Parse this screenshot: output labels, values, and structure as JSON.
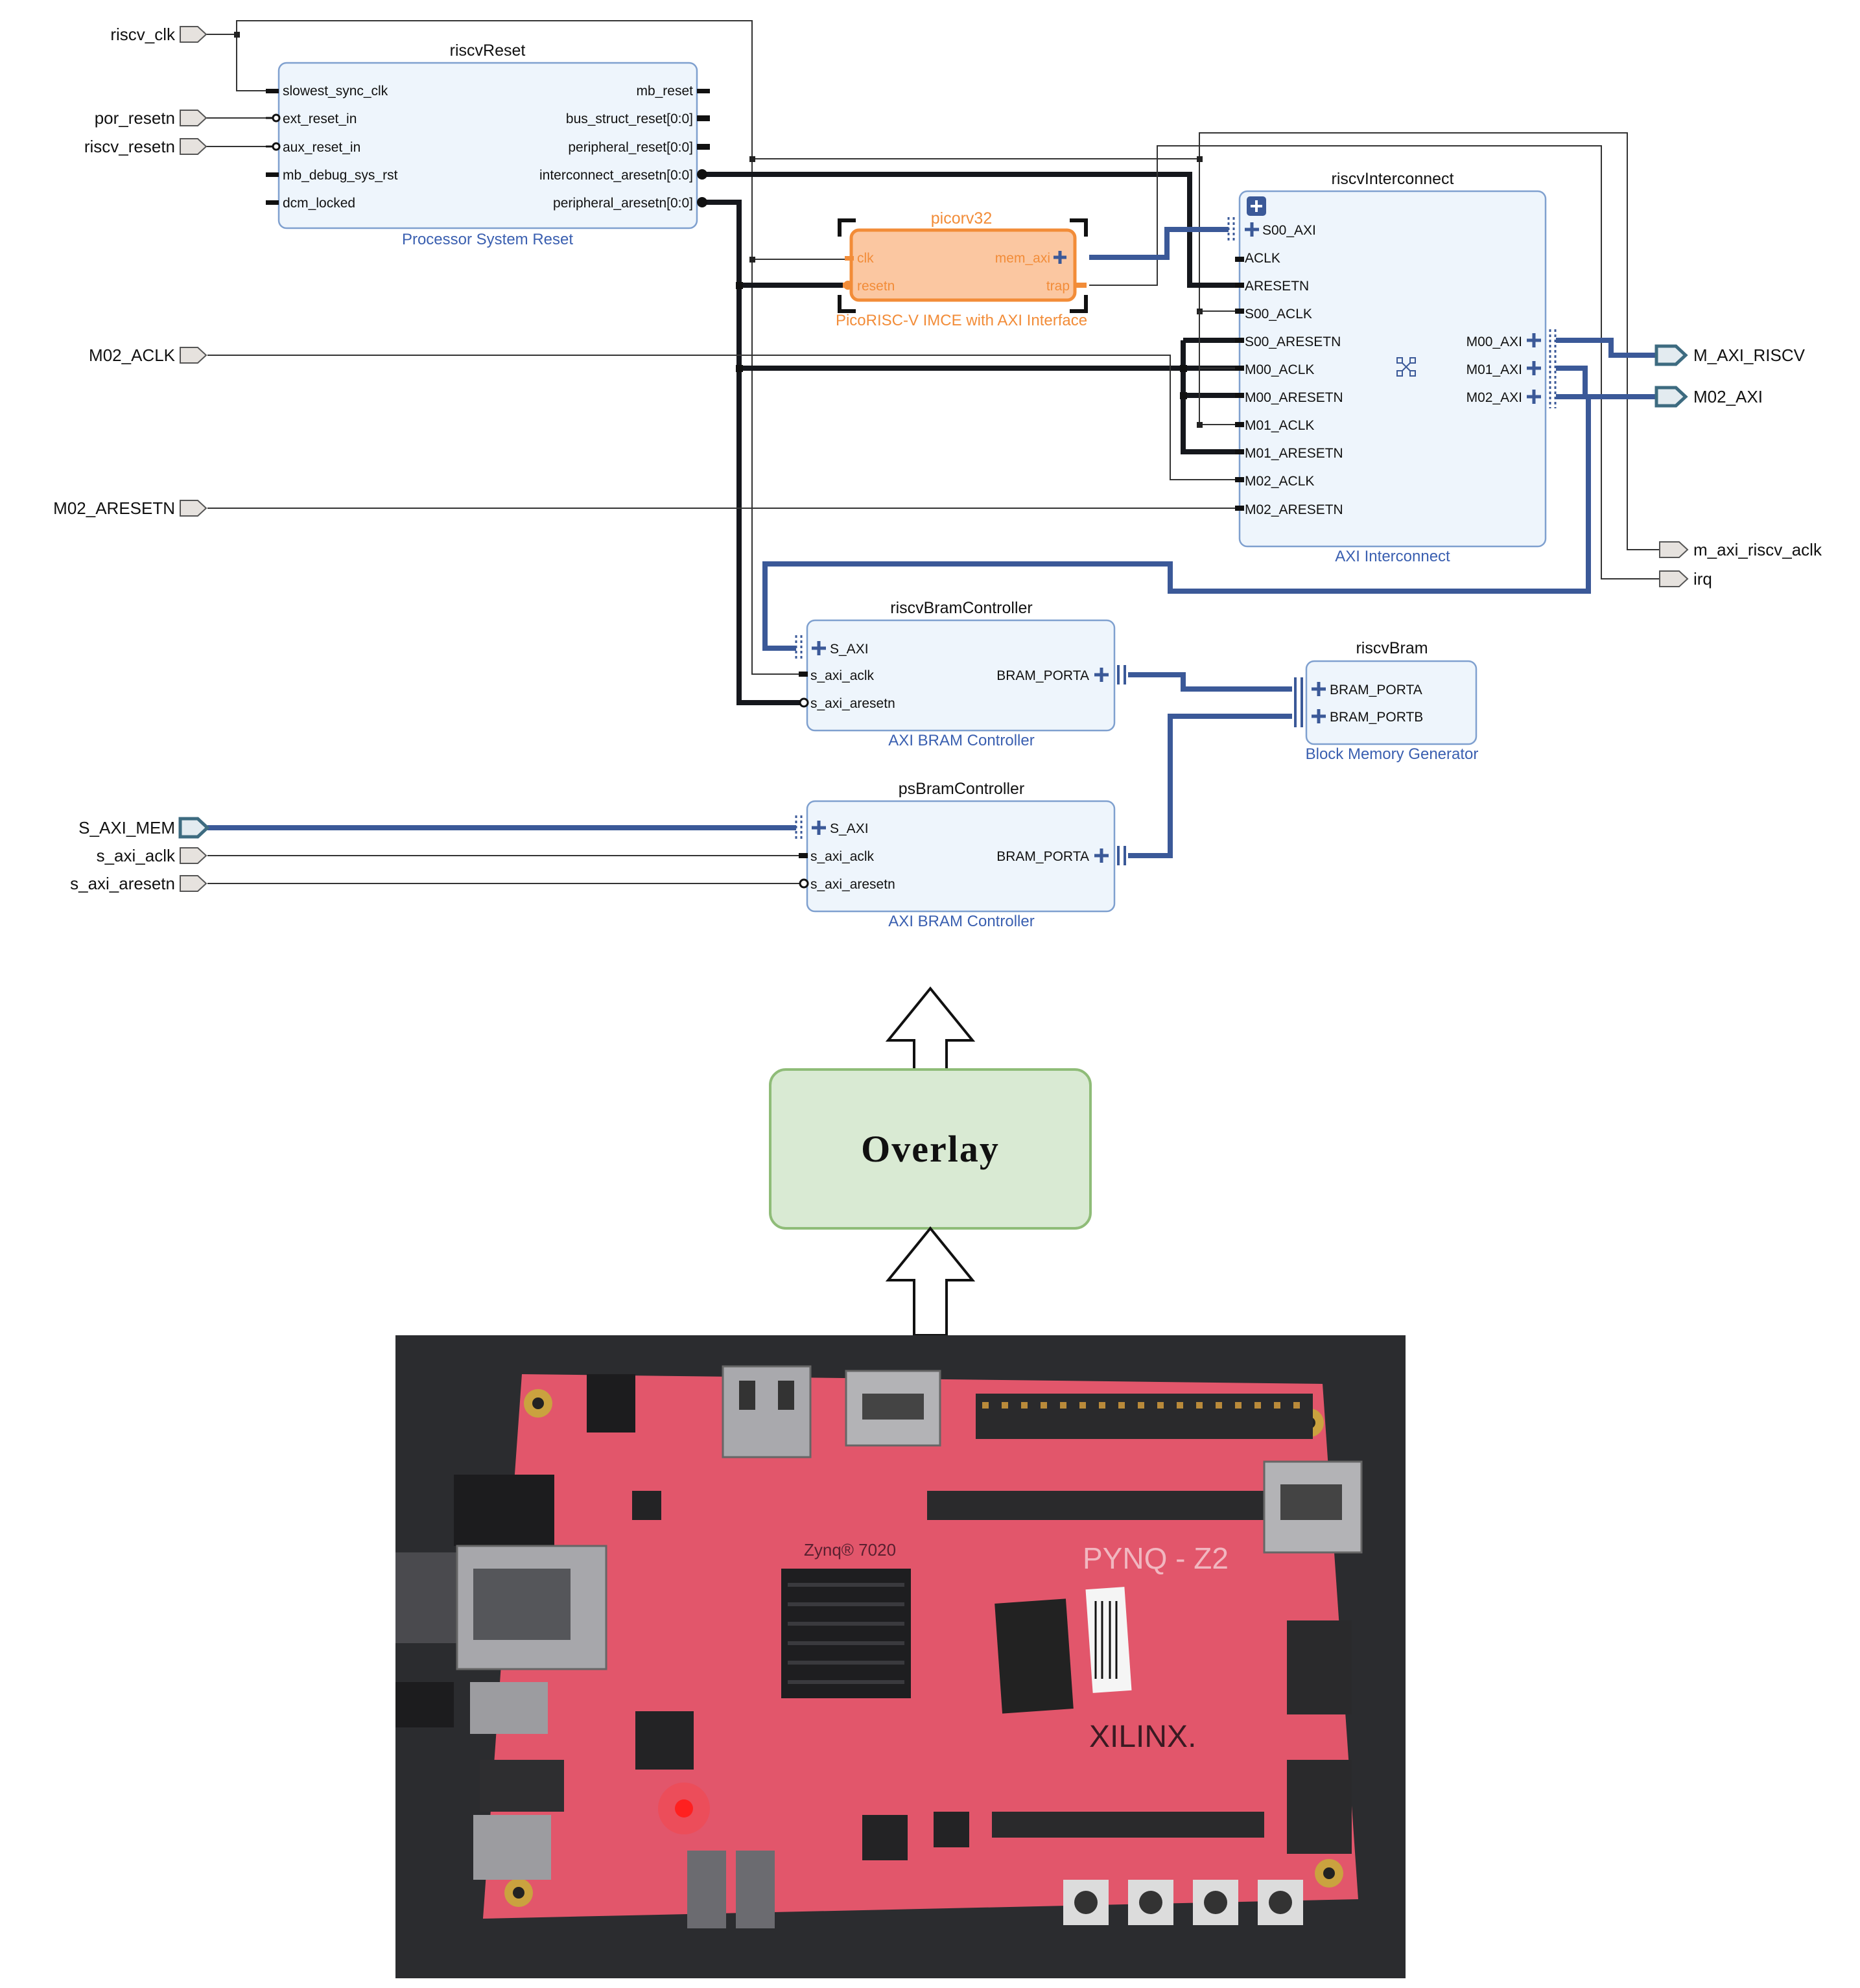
{
  "blocks": {
    "riscvReset": {
      "name": "riscvReset",
      "type": "Processor System Reset",
      "inputs": [
        "slowest_sync_clk",
        "ext_reset_in",
        "aux_reset_in",
        "mb_debug_sys_rst",
        "dcm_locked"
      ],
      "outputs": [
        "mb_reset",
        "bus_struct_reset[0:0]",
        "peripheral_reset[0:0]",
        "interconnect_aresetn[0:0]",
        "peripheral_aresetn[0:0]"
      ]
    },
    "picorv32": {
      "name": "picorv32",
      "type": "PicoRISC-V IMCE with AXI Interface",
      "inputs": [
        "clk",
        "resetn"
      ],
      "outputs": [
        "mem_axi",
        "trap"
      ]
    },
    "riscvInterconnect": {
      "name": "riscvInterconnect",
      "type": "AXI Interconnect",
      "inputs": [
        "S00_AXI",
        "ACLK",
        "ARESETN",
        "S00_ACLK",
        "S00_ARESETN",
        "M00_ACLK",
        "M00_ARESETN",
        "M01_ACLK",
        "M01_ARESETN",
        "M02_ACLK",
        "M02_ARESETN"
      ],
      "outputs": [
        "M00_AXI",
        "M01_AXI",
        "M02_AXI"
      ]
    },
    "riscvBramController": {
      "name": "riscvBramController",
      "type": "AXI BRAM Controller",
      "inputs": [
        "S_AXI",
        "s_axi_aclk",
        "s_axi_aresetn"
      ],
      "outputs": [
        "BRAM_PORTA"
      ]
    },
    "riscvBram": {
      "name": "riscvBram",
      "type": "Block Memory Generator",
      "inputs": [
        "BRAM_PORTA",
        "BRAM_PORTB"
      ]
    },
    "psBramController": {
      "name": "psBramController",
      "type": "AXI BRAM Controller",
      "inputs": [
        "S_AXI",
        "s_axi_aclk",
        "s_axi_aresetn"
      ],
      "outputs": [
        "BRAM_PORTA"
      ]
    }
  },
  "ports_in": [
    "riscv_clk",
    "por_resetn",
    "riscv_resetn",
    "M02_ACLK",
    "M02_ARESETN",
    "S_AXI_MEM",
    "s_axi_aclk",
    "s_axi_aresetn"
  ],
  "ports_out": [
    "M_AXI_RISCV",
    "M02_AXI",
    "m_axi_riscv_aclk",
    "irq"
  ],
  "overlay": {
    "label": "Overlay",
    "fill": "#d9ead3",
    "stroke": "#8fbc78"
  },
  "photo": {
    "board_text": [
      "Zynq® 7020",
      "PYNQ - Z2",
      "XILINX."
    ],
    "board_color": "#e2566b"
  },
  "colors": {
    "block_fill": "#eef5fc",
    "block_stroke": "#7fa0cf",
    "ip_orange": "#f28c38",
    "bus": "#3b5998"
  }
}
